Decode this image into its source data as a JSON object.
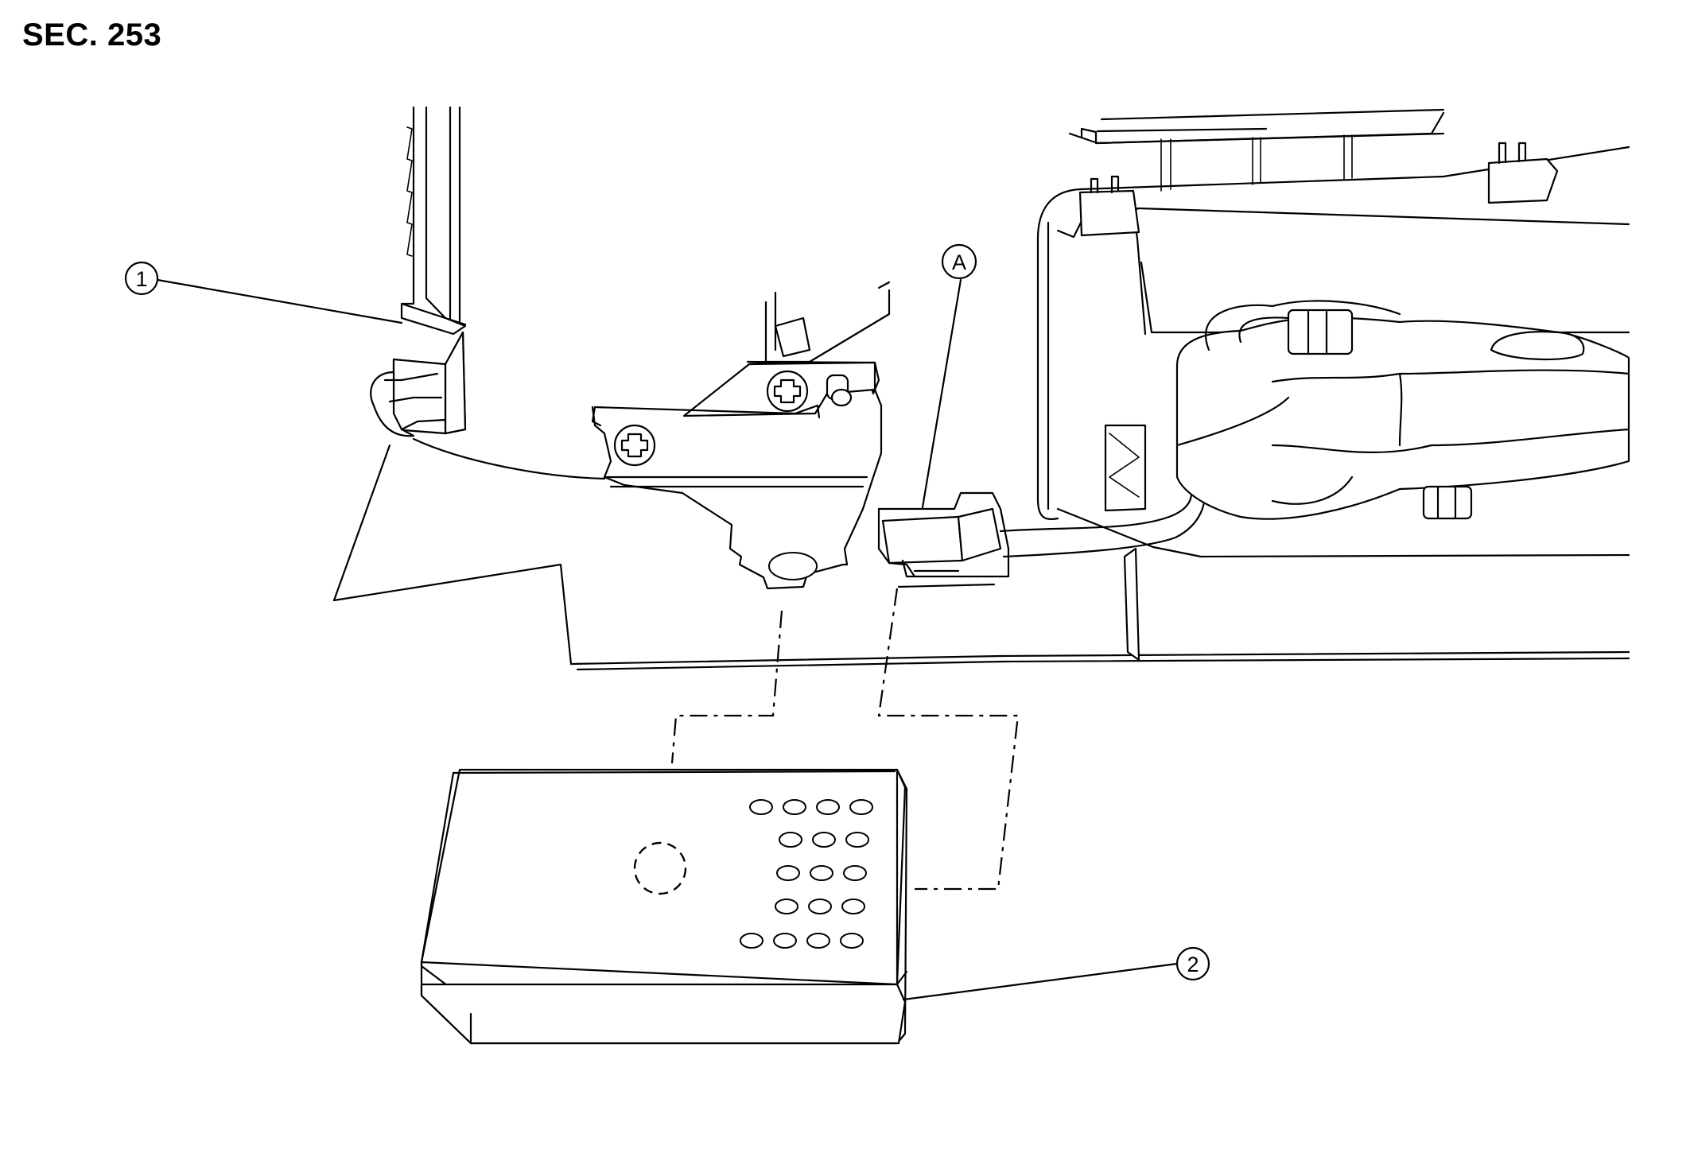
{
  "header": {
    "section_code": "SEC. 253"
  },
  "callouts": {
    "part_1": "1",
    "part_2": "2",
    "connector_a": "A"
  },
  "module_face": {
    "vent_holes_per_row": [
      4,
      3,
      3,
      3,
      4
    ]
  }
}
